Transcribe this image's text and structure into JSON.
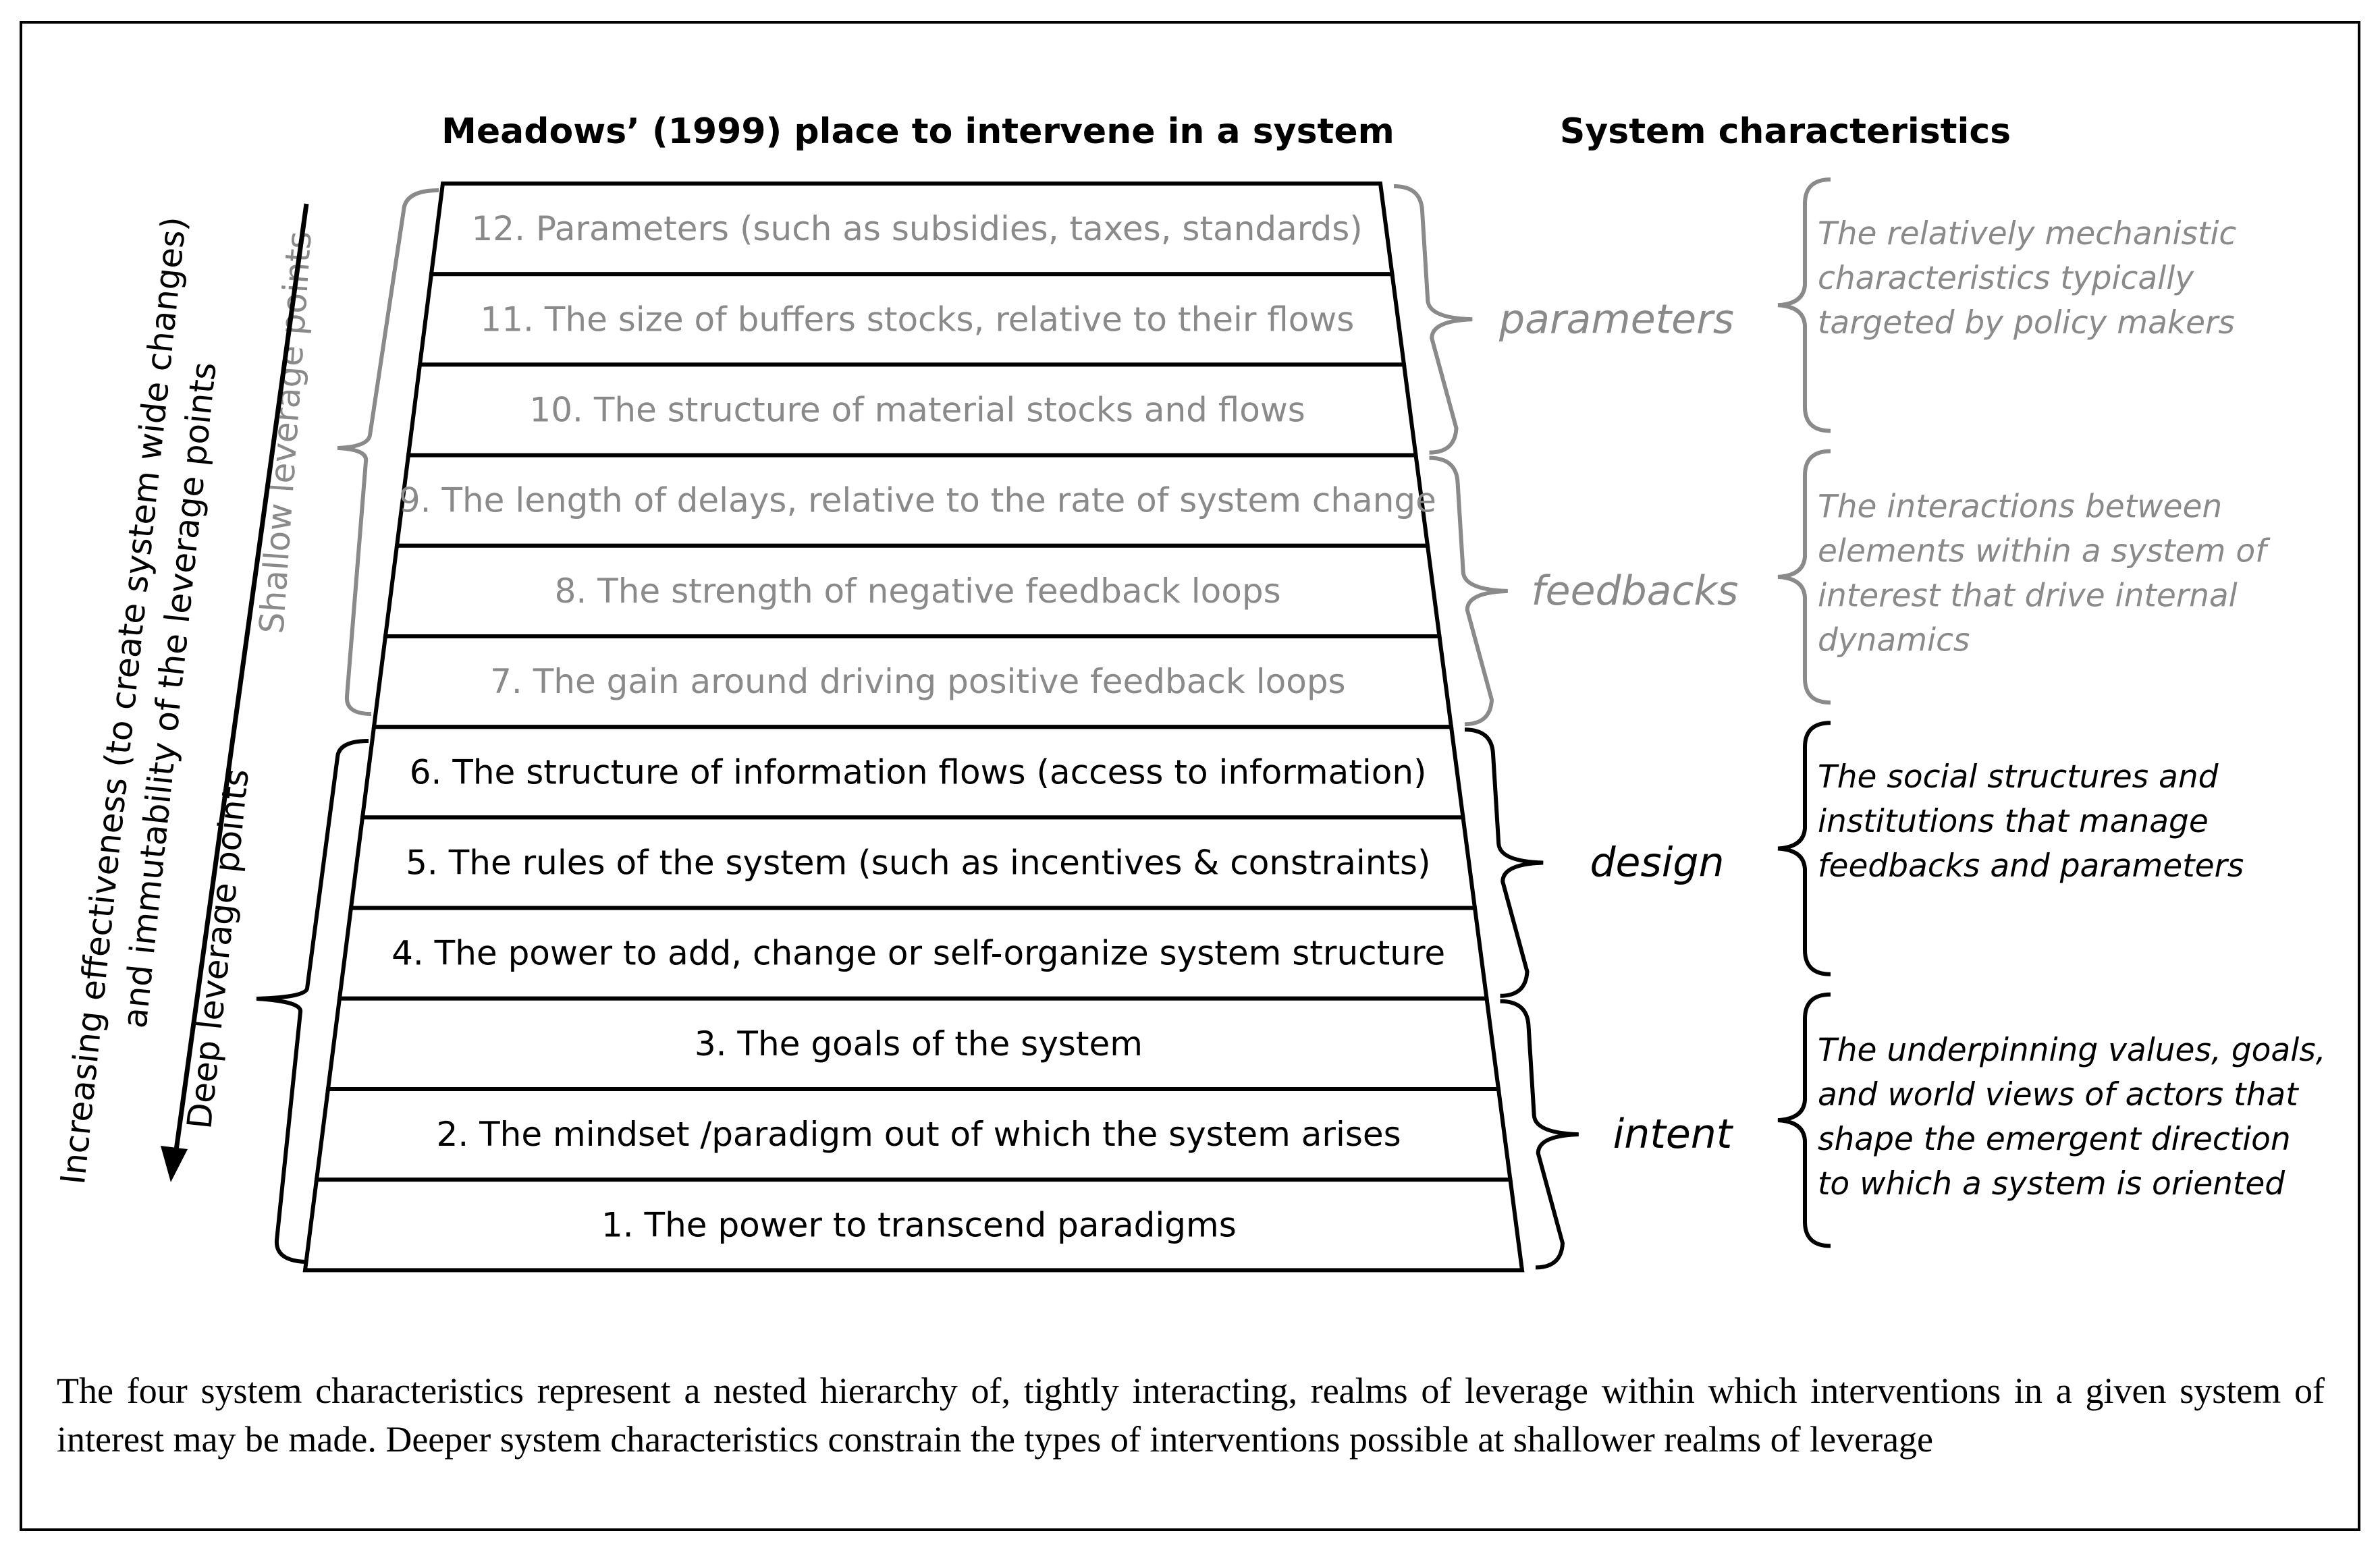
{
  "headings": {
    "left": "Meadows’ (1999) place to intervene in a system",
    "right": "System characteristics"
  },
  "levels": [
    {
      "text": "12. Parameters (such as subsidies, taxes, standards)",
      "tone": "grey"
    },
    {
      "text": "11. The size of buffers stocks, relative to their flows",
      "tone": "grey"
    },
    {
      "text": "10. The structure of material stocks and flows",
      "tone": "grey"
    },
    {
      "text": "9. The length of delays, relative to the rate of system change",
      "tone": "grey"
    },
    {
      "text": "8. The strength of negative feedback loops",
      "tone": "grey"
    },
    {
      "text": "7. The gain around driving positive feedback loops",
      "tone": "grey"
    },
    {
      "text": "6. The structure of information flows (access to information)",
      "tone": "black"
    },
    {
      "text": "5. The rules of the system (such as incentives & constraints)",
      "tone": "black"
    },
    {
      "text": "4. The power to add, change or self-organize system structure",
      "tone": "black"
    },
    {
      "text": "3. The goals of the system",
      "tone": "black"
    },
    {
      "text": "2. The mindset /paradigm out of which the system arises",
      "tone": "black"
    },
    {
      "text": "1. The power to transcend paradigms",
      "tone": "black"
    }
  ],
  "characteristics": [
    {
      "label": "parameters",
      "tone": "grey",
      "description": [
        "The relatively mechanistic",
        "characteristics typically",
        "targeted by policy makers"
      ]
    },
    {
      "label": "feedbacks",
      "tone": "grey",
      "description": [
        "The interactions between",
        "elements within a system of",
        "interest that drive internal",
        "dynamics"
      ]
    },
    {
      "label": "design",
      "tone": "black",
      "description": [
        "The social structures and",
        "institutions that manage",
        "feedbacks and parameters"
      ]
    },
    {
      "label": "intent",
      "tone": "black",
      "description": [
        "The underpinning values, goals,",
        "and world views of actors that",
        "shape the emergent direction",
        "to which a system is oriented"
      ]
    }
  ],
  "side_labels": {
    "shallow": "Shallow leverage points",
    "deep": "Deep leverage points",
    "arrow_line1": "Increasing effectiveness  (to create system wide changes)",
    "arrow_line2": "and immutability of the leverage points"
  },
  "caption": "The four system characteristics represent a nested hierarchy of, tightly interacting, realms of leverage within which interventions in a given system of interest may be made. Deeper system characteristics constrain the types of interventions possible at shallower realms of leverage",
  "colors": {
    "grey": "#8a8a8a",
    "black": "#000000"
  }
}
